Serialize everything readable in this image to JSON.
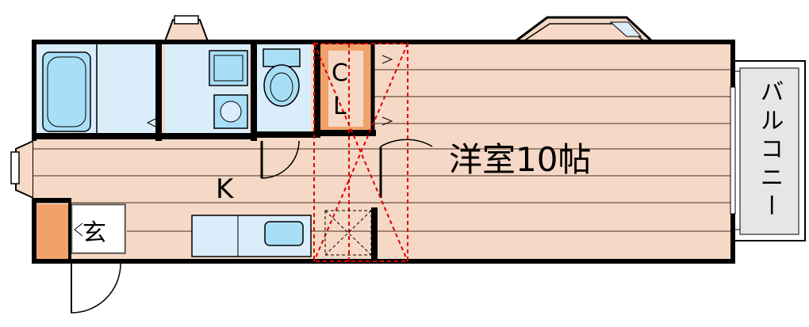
{
  "rooms": {
    "western_room": "洋室10帖",
    "kitchen": "K",
    "entrance": "玄",
    "closet_c": "C",
    "closet_l": "L",
    "balcony": "バルコニー"
  },
  "colors": {
    "floor": "#f5d8c5",
    "floor_line": "#4a2e22",
    "wall": "#000000",
    "wet_area": "#daedfa",
    "fixture": "#a9dff6",
    "closet": "#f1a26a",
    "balcony": "#e6e6e6",
    "entrance_floor": "#c8c8c8",
    "loft_outline": "#e00000"
  }
}
